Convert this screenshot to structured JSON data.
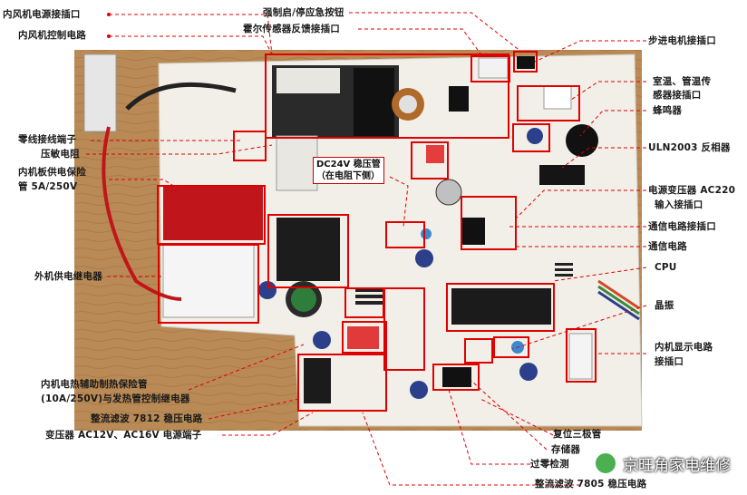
{
  "labels": {
    "fan_power": "内风机电源接插口",
    "fan_control": "内风机控制电路",
    "force_button": "强制启/停应急按钮",
    "hall_feedback": "霍尔传感器反馈接插口",
    "stepper": "步进电机接插口",
    "temp_sensor_1": "室温、管温传",
    "temp_sensor_2": "感器接插口",
    "buzzer": "蜂鸣器",
    "uln2003": "ULN2003 反相器",
    "neutral": "零线接线端子",
    "varistor": "压敏电阻",
    "fuse_1": "内机板供电保险",
    "fuse_2": "管 5A/250V",
    "dc24v_1": "DC24V 稳压管",
    "dc24v_2": "（在电阻下侧）",
    "transformer_1": "电源变压器 AC220",
    "transformer_2": "输入接插口",
    "comm_port": "通信电路接插口",
    "comm_circuit": "通信电路",
    "cpu": "CPU",
    "outdoor_relay": "外机供电继电器",
    "crystal": "晶振",
    "display_1": "内机显示电路",
    "display_2": "接插口",
    "heater_1": "内机电热辅助制热保险管",
    "heater_2": "(10A/250V)与发热管控制继电器",
    "reg7812": "整流滤波 7812 稳压电路",
    "reset": "复位三极管",
    "transformer_out": "变压器 AC12V、AC16V 电源端子",
    "memory": "存储器",
    "zero_cross": "过零检测",
    "reg7805": "整流滤波 7805 稳压电路"
  },
  "watermark": "京旺角家电维修",
  "colors": {
    "annotation": "#e00000",
    "pcb": "#f2f0ea",
    "wood": "#b98a55"
  }
}
